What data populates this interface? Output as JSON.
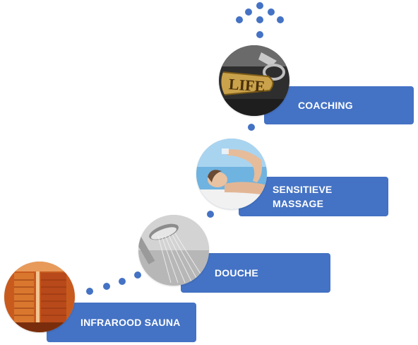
{
  "colors": {
    "accent": "#4472c4",
    "label_text": "#ffffff",
    "background": "#ffffff"
  },
  "steps": [
    {
      "label": "INFRAROOD SAUNA",
      "image": "infrared-sauna-photo"
    },
    {
      "label": "DOUCHE",
      "image": "shower-head-photo"
    },
    {
      "label": "SENSITIEVE\nMASSAGE",
      "image": "relaxing-woman-photo"
    },
    {
      "label": "COACHING",
      "image": "life-keychain-photo",
      "image_text": "LIFE"
    }
  ]
}
